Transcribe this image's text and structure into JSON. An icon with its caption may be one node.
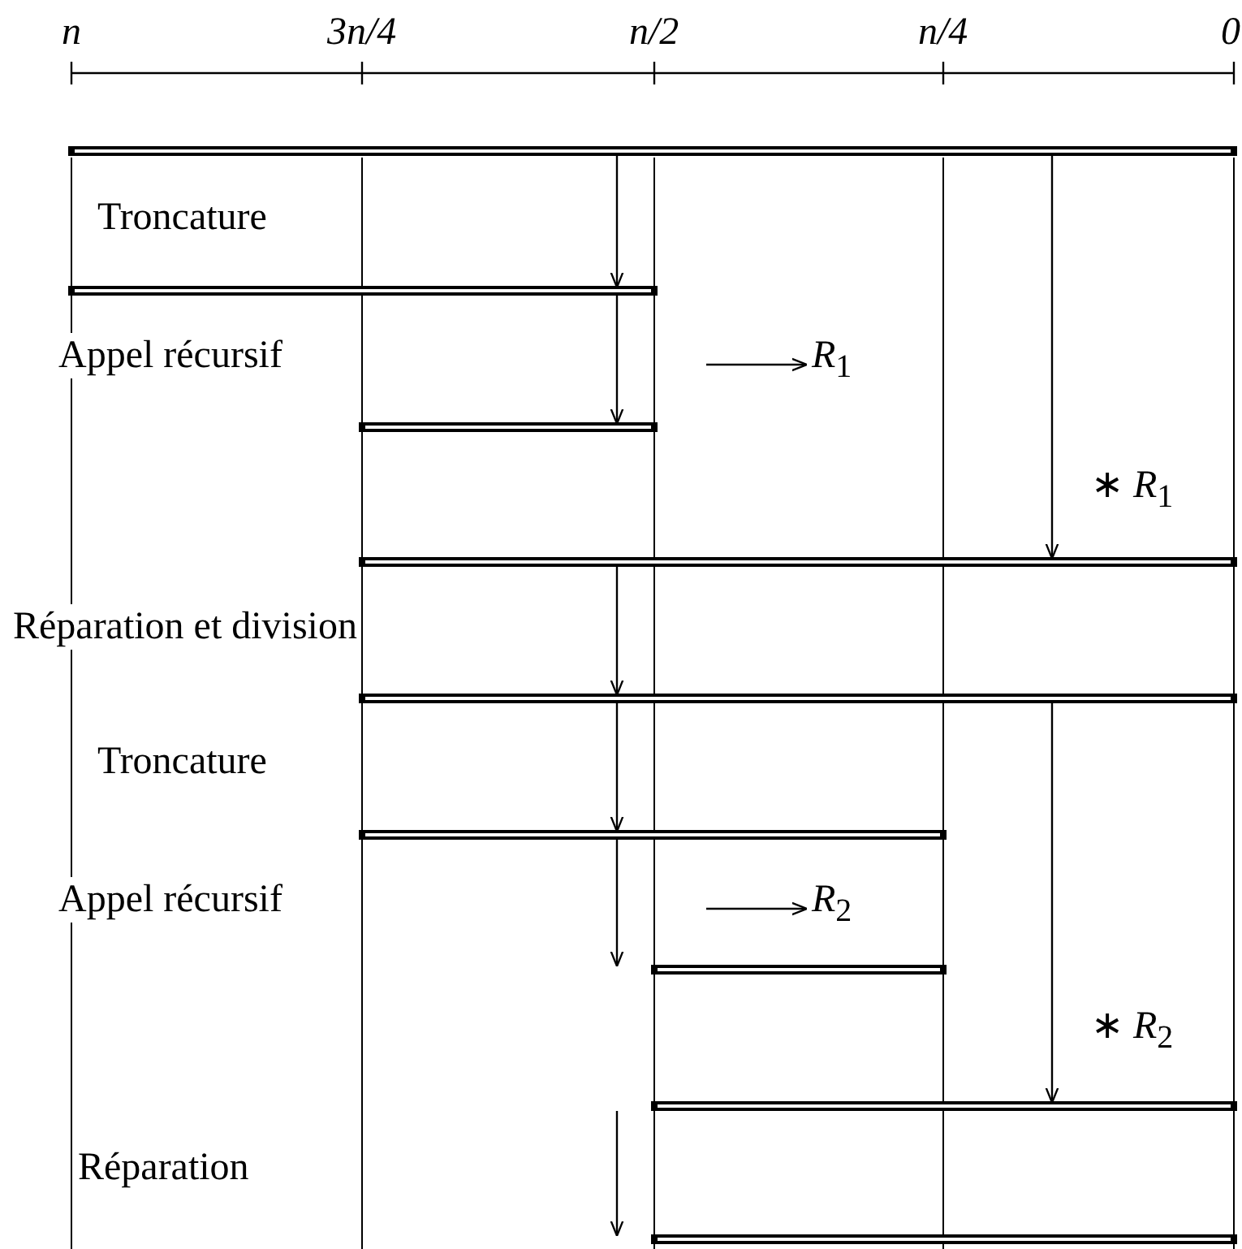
{
  "diagram": {
    "nodes": [
      {
        "text": [],
        "shape": "bar"
      },
      {
        "text": [],
        "shape": "bar"
      },
      {
        "text": [],
        "shape": "bar"
      },
      {
        "text": [],
        "shape": "bar"
      },
      {
        "text": [],
        "shape": "bar"
      },
      {
        "text": [],
        "shape": "bar"
      },
      {
        "text": [],
        "shape": "bar"
      },
      {
        "text": [],
        "shape": "bar"
      },
      {
        "text": [],
        "shape": "bar"
      },
      {
        "text": [
          "*R*$_{1}$"
        ]
      },
      {
        "text": [
          "*R*$_{2}$"
        ]
      }
    ],
    "edges": [
      {
        "from": 0,
        "to": 1,
        "arrow": "to"
      },
      {
        "from": 1,
        "to": 2,
        "arrow": "to"
      },
      {
        "from": 0,
        "to": 3,
        "arrow": "to",
        "label": "∗ *R*$_{1}$"
      },
      {
        "from": null,
        "to": 9,
        "arrow": "to"
      },
      {
        "from": 3,
        "to": 4,
        "arrow": "to"
      },
      {
        "from": 4,
        "to": 5,
        "arrow": "to"
      },
      {
        "from": 5,
        "to": 6,
        "arrow": "to"
      },
      {
        "from": null,
        "to": 10,
        "arrow": "to"
      },
      {
        "from": 4,
        "to": 7,
        "arrow": "to",
        "label": "∗ *R*$_{2}$"
      },
      {
        "from": 7,
        "to": 8,
        "arrow": "to"
      }
    ],
    "labels": [
      "n",
      "3n/4",
      "n/2",
      "n/4",
      "0",
      "Troncature",
      "Appel récursif",
      "Réparation et division",
      "Troncature",
      "Appel récursif",
      "Réparation"
    ]
  }
}
